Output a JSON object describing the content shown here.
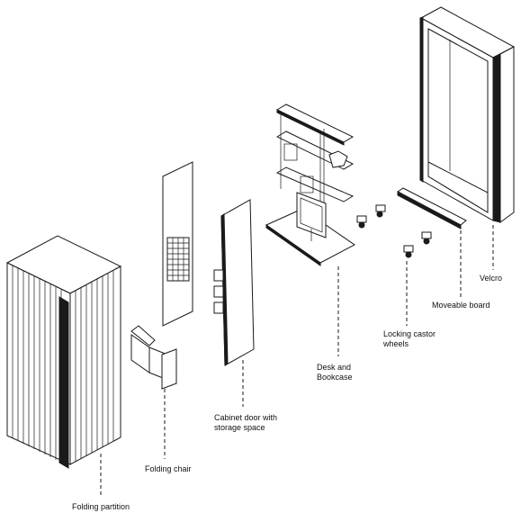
{
  "labels": {
    "folding_partition": "Folding partition",
    "folding_chair": "Folding chair",
    "cabinet_door_line1": "Cabinet door with",
    "cabinet_door_line2": "storage space",
    "desk_line1": "Desk and",
    "desk_line2": "Bookcase",
    "castor_line1": "Locking castor",
    "castor_line2": "wheels",
    "moveable_board": "Moveable board",
    "velcro": "Velcro"
  }
}
